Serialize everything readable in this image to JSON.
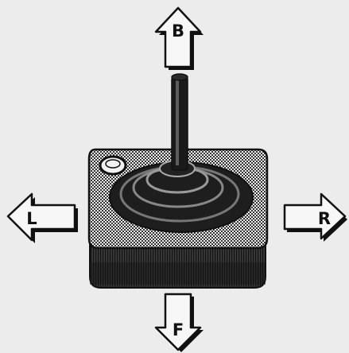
{
  "arrows": {
    "up": {
      "label": "B"
    },
    "down": {
      "label": "F"
    },
    "left": {
      "label": "L"
    },
    "right": {
      "label": "R"
    }
  },
  "colors": {
    "background": "#ececec",
    "ink": "#111111",
    "body_top": "#9a9a9a",
    "body_side": "#2a2a2a"
  },
  "icons": [
    "joystick-icon",
    "arrow-up-icon",
    "arrow-down-icon",
    "arrow-left-icon",
    "arrow-right-icon"
  ]
}
